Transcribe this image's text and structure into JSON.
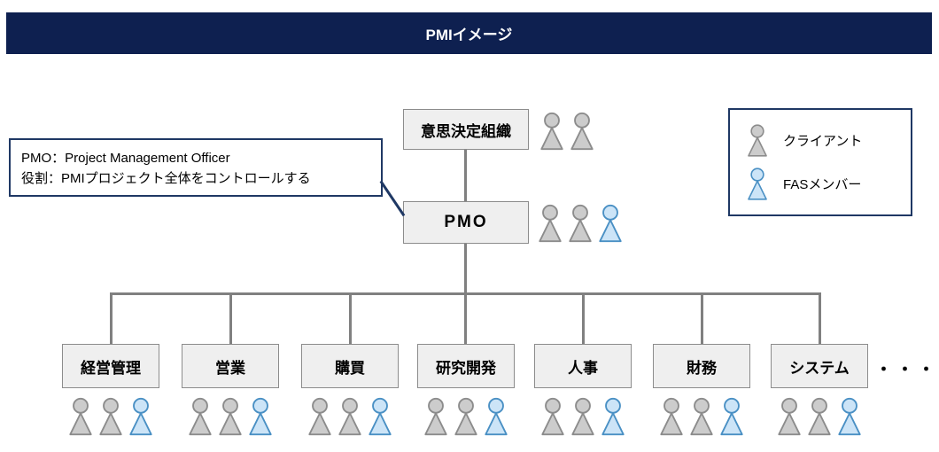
{
  "banner": {
    "title": "PMIイメージ"
  },
  "org_chart": {
    "top_box": {
      "label": "意思決定組織"
    },
    "pmo_box": {
      "label": "PMO"
    },
    "callout": {
      "line1": "PMO：Project Management Officer",
      "line2": "役割：PMIプロジェクト全体をコントロールする"
    },
    "departments": [
      {
        "label": "経営管理"
      },
      {
        "label": "営業"
      },
      {
        "label": "購買"
      },
      {
        "label": "研究開発"
      },
      {
        "label": "人事"
      },
      {
        "label": "財務"
      },
      {
        "label": "システム"
      }
    ],
    "ellipsis": "・・・"
  },
  "legend": {
    "items": [
      {
        "icon": "client-person-icon",
        "label": "クライアント"
      },
      {
        "icon": "fas-person-icon",
        "label": "FASメンバー"
      }
    ]
  },
  "colors": {
    "banner_bg": "#0e2050",
    "box_bg": "#efefef",
    "box_border": "#8c8c8c",
    "navy_border": "#1f3864",
    "line_color": "#808080",
    "client_icon_fill": "#cccccc",
    "client_icon_stroke": "#8c8c8c",
    "fas_icon_fill": "#cce4f7",
    "fas_icon_stroke": "#4a90c4"
  }
}
